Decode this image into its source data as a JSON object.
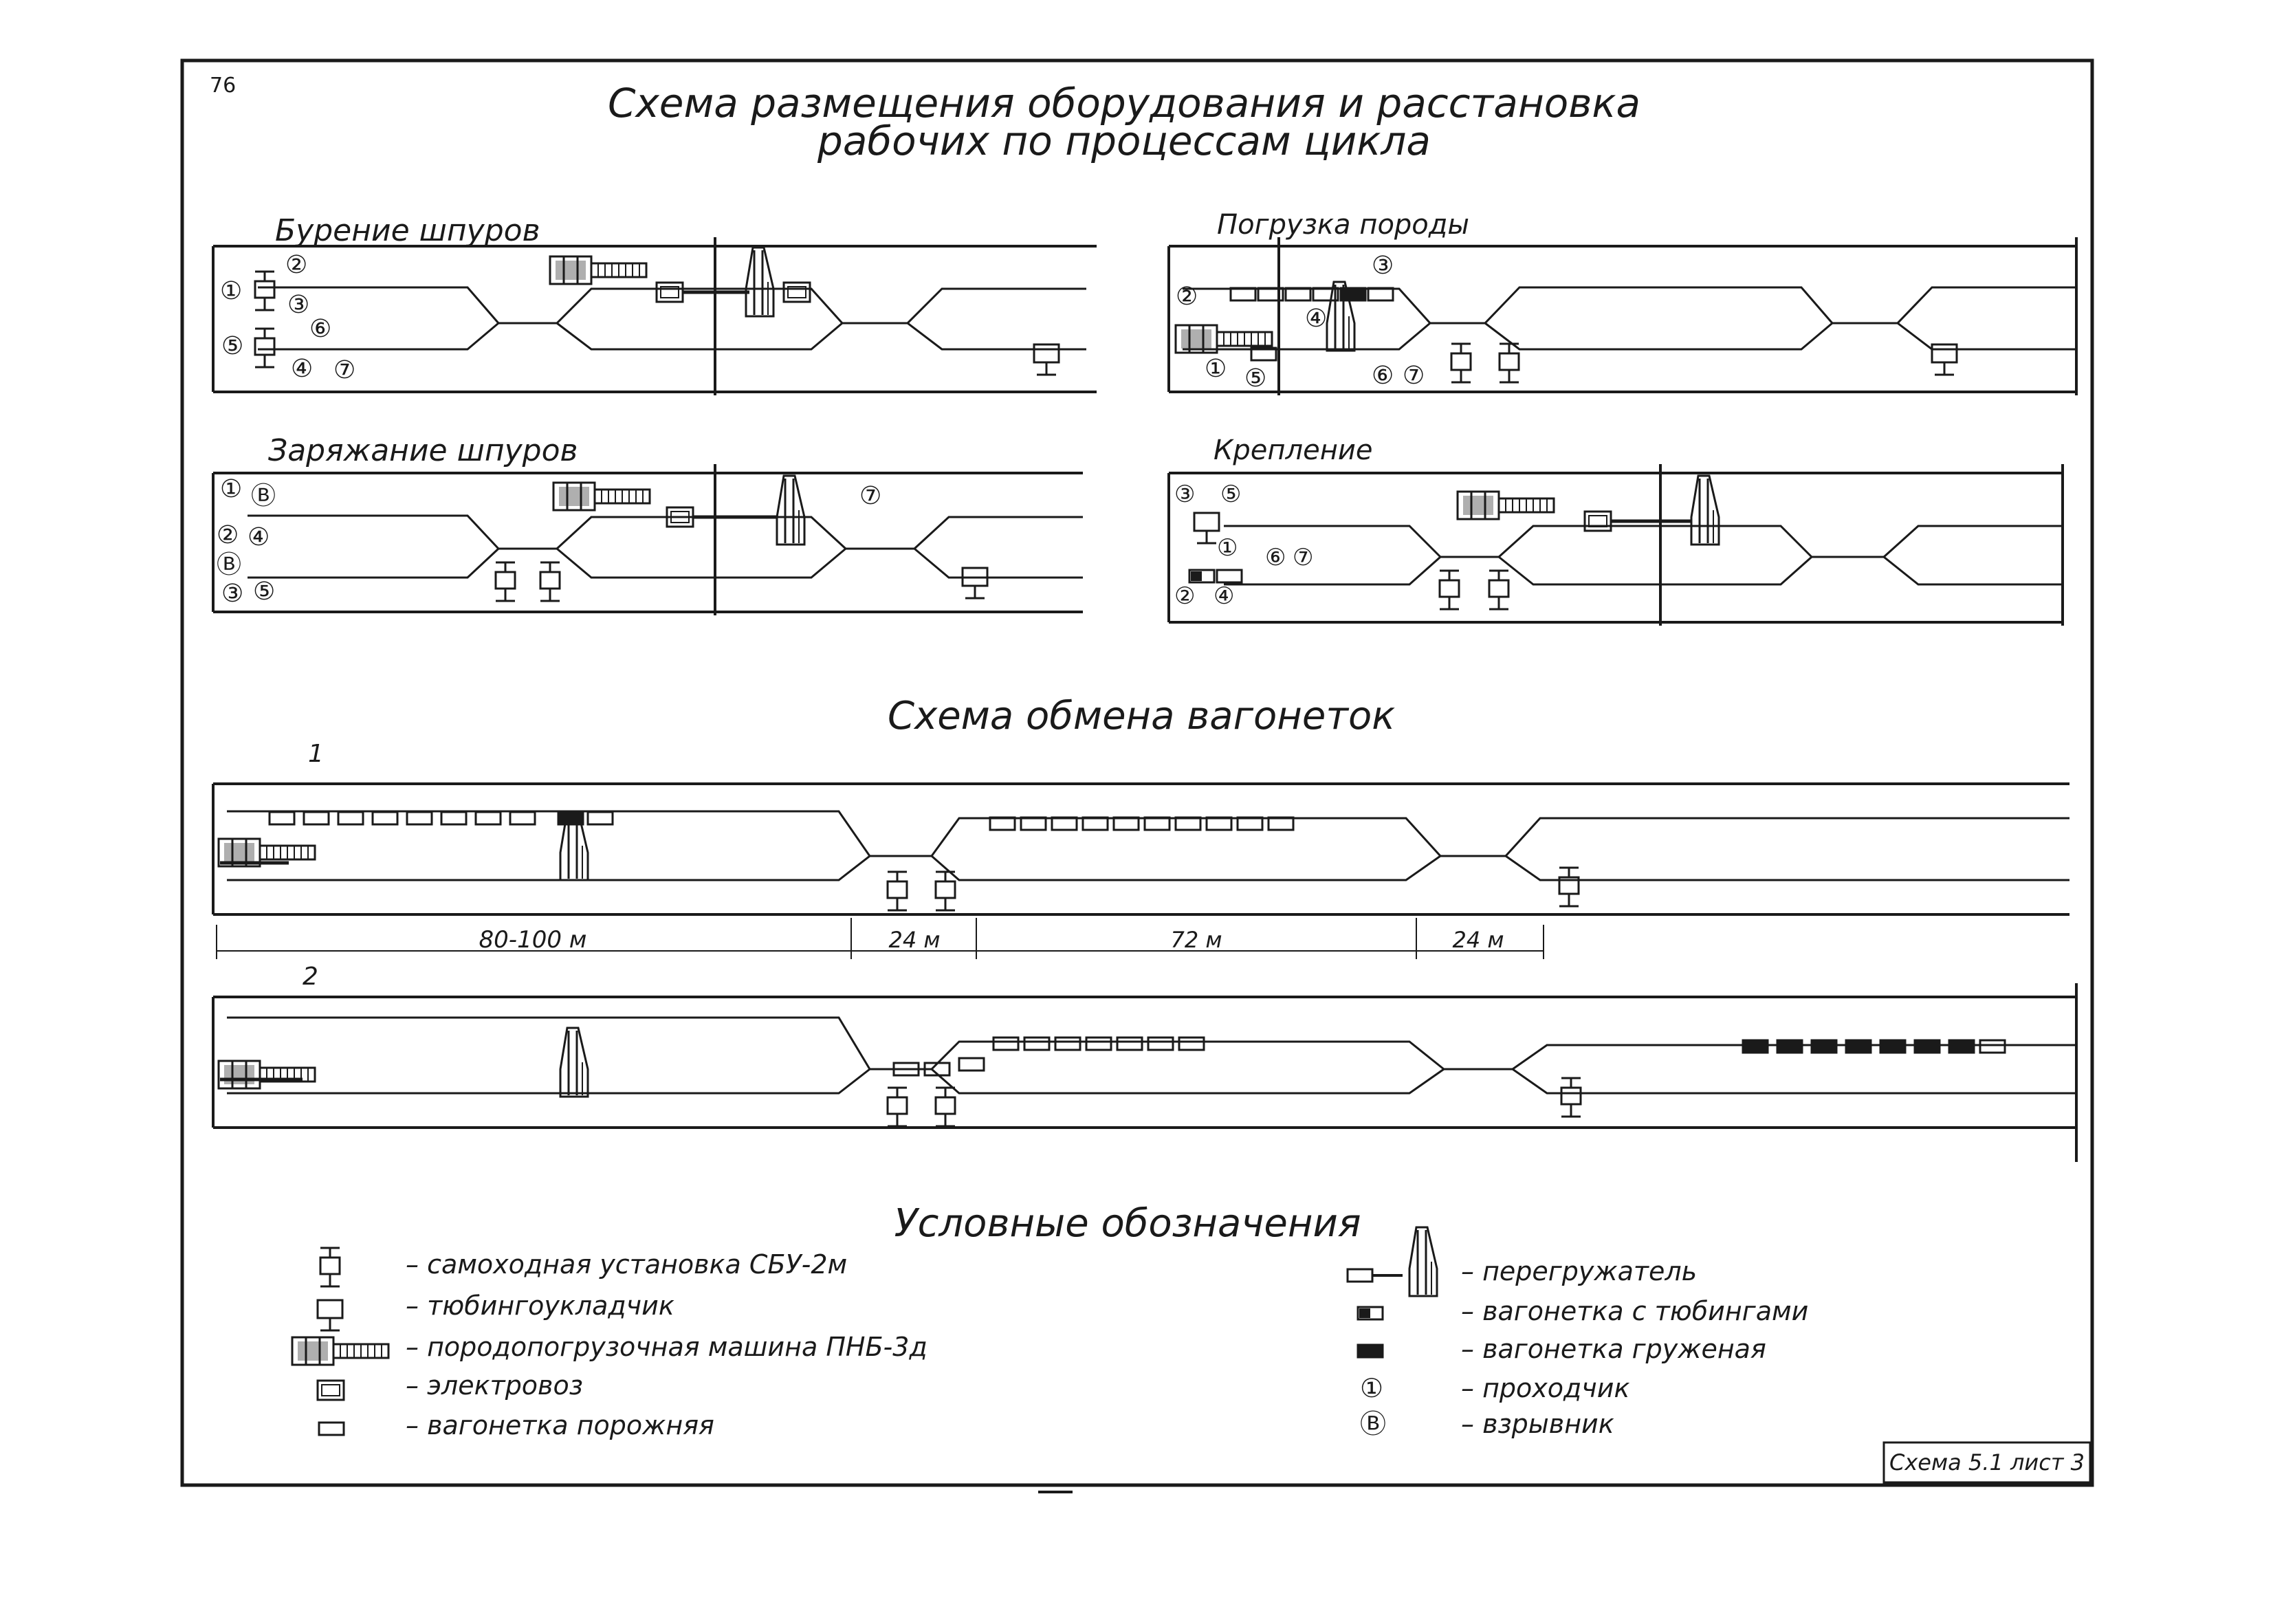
{
  "page_number": "76",
  "title_line1": "Схема размещения оборудования и расстановка",
  "title_line2": "рабочих по процессам цикла",
  "panels": {
    "drilling": {
      "title": "Бурение шпуров",
      "workers": [
        "①",
        "②",
        "③",
        "④",
        "⑤",
        "⑥",
        "⑦"
      ]
    },
    "loading": {
      "title": "Погрузка породы",
      "workers": [
        "①",
        "②",
        "③",
        "④",
        "⑤",
        "⑥",
        "⑦"
      ]
    },
    "charging": {
      "title": "Заряжание шпуров",
      "workers": [
        "①",
        "Ⓑ",
        "②",
        "④",
        "Ⓑ",
        "③",
        "⑤",
        "⑦"
      ]
    },
    "support": {
      "title": "Крепление",
      "workers": [
        "①",
        "②",
        "③",
        "④",
        "⑤",
        "⑥",
        "⑦"
      ]
    }
  },
  "exchange": {
    "title": "Схема обмена вагонеток",
    "scheme1_label": "1",
    "scheme2_label": "2",
    "dim_1": "80-100 м",
    "dim_2": "24 м",
    "dim_3": "72 м",
    "dim_4": "24 м"
  },
  "legend": {
    "title": "Условные обозначения",
    "items": [
      {
        "icon": "sbu-icon",
        "text": "– самоходная установка СБУ-2м"
      },
      {
        "icon": "tubing-erector-icon",
        "text": "– тюбингоукладчик"
      },
      {
        "icon": "loader-icon",
        "text": "– породопогрузочная машина ПНБ-3д"
      },
      {
        "icon": "locomotive-icon",
        "text": "– электровоз"
      },
      {
        "icon": "empty-car-icon",
        "text": "– вагонетка порожняя"
      },
      {
        "icon": "transloader-icon",
        "text": "– перегружатель"
      },
      {
        "icon": "tubing-car-icon",
        "text": "– вагонетка с тюбингами"
      },
      {
        "icon": "loaded-car-icon",
        "text": "– вагонетка груженая"
      },
      {
        "icon": "worker-icon",
        "text": "– проходчик"
      },
      {
        "icon": "blaster-icon",
        "text": "– взрывник"
      }
    ],
    "worker_symbol": "①",
    "blaster_symbol": "Ⓑ"
  },
  "stamp": "Схема 5.1 лист 3"
}
